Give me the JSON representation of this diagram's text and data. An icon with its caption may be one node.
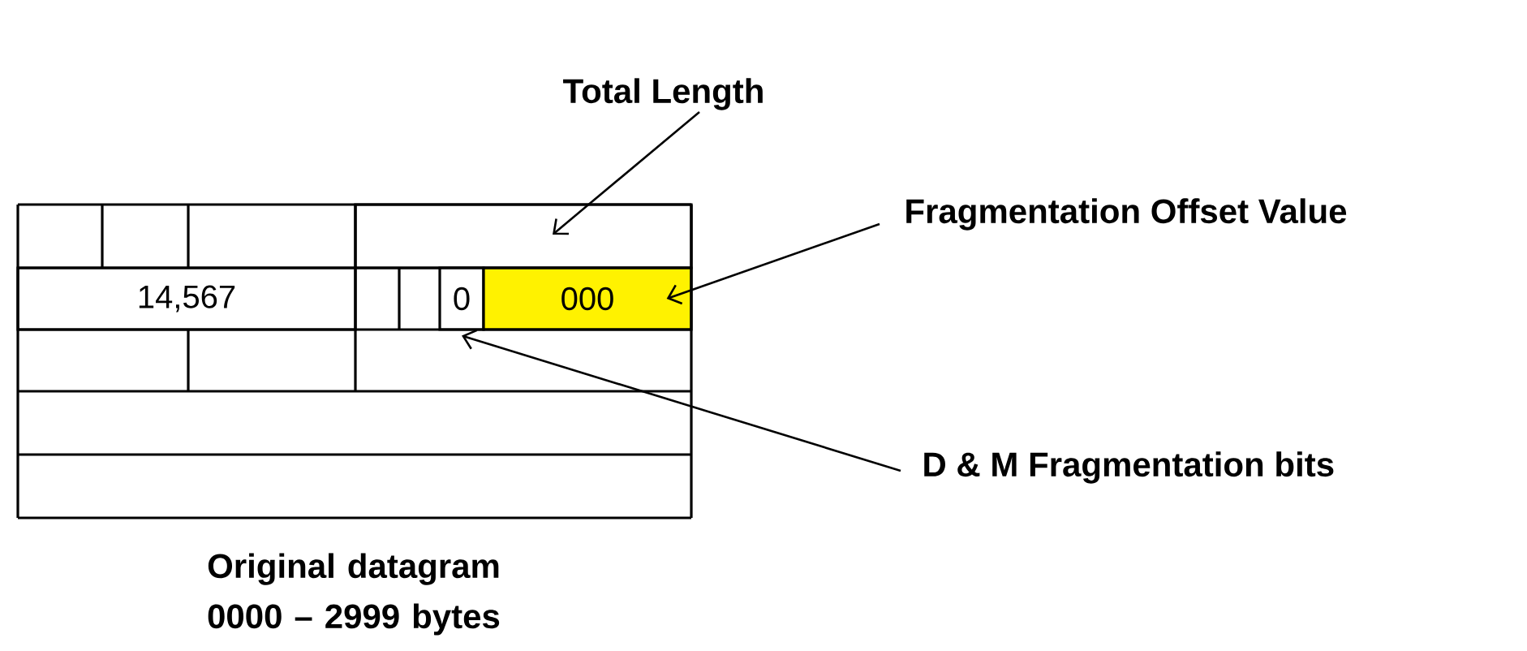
{
  "diagram": {
    "caption": "Original datagram 0000 – 2999 bytes",
    "nodes": [
      {
        "text": [
          "Total Length"
        ]
      },
      {
        "text": [],
        "shape": "box"
      },
      {
        "text": [
          "Fragmentation Offset Value"
        ]
      },
      {
        "text": [
          "14,567"
        ]
      },
      {
        "text": [
          "0"
        ]
      },
      {
        "text": [
          "000"
        ]
      },
      {
        "text": [
          "D & M Fragmentation bits"
        ]
      }
    ],
    "edges": [
      {
        "from": 0,
        "to": 1,
        "arrow": "to"
      },
      {
        "from": 2,
        "to": 5,
        "arrow": "to"
      },
      {
        "from": 6,
        "to": 4,
        "arrow": "to"
      }
    ]
  }
}
